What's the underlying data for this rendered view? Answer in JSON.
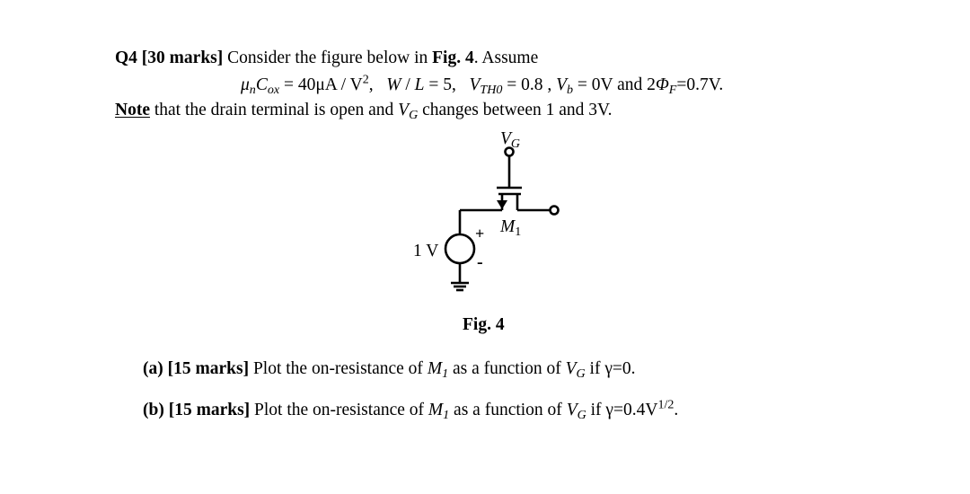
{
  "question": {
    "number": "Q4",
    "marks": "[30 marks]",
    "intro": " Consider the figure below in ",
    "fig_ref": "Fig. 4",
    "assume": ". Assume"
  },
  "params": {
    "mu": "μ",
    "mu_sub": "n",
    "cox": "C",
    "cox_sub": "ox",
    "mu_value": " = 40μA / V",
    "mu_exp": "2",
    "wl_sep": ",   ",
    "w": "W",
    "slash": " / ",
    "l": "L",
    "wl_value": " = 5,   ",
    "vth": "V",
    "vth_sub": "TH0",
    "vth_value": " = 0.8 , ",
    "vb": "V",
    "vb_sub": "b",
    "vb_value": " = 0V and 2",
    "phi": "Φ",
    "phi_sub": "F",
    "phi_value": "=0.7V."
  },
  "note": {
    "label": "Note",
    "text1": " that the drain terminal is open and ",
    "vg": "V",
    "vg_sub": "G",
    "text2": " changes between 1 and 3V."
  },
  "circuit": {
    "vg_label": "V",
    "vg_sub": "G",
    "m1_label": "M",
    "m1_sub": "1",
    "source_label": "1 V",
    "plus": "+",
    "minus": "-"
  },
  "figure_caption": "Fig. 4",
  "part_a": {
    "label": "(a) [15 marks]",
    "text1": " Plot the on-resistance of ",
    "m": "M",
    "m_sub": "1",
    "text2": " as a function of ",
    "vg": "V",
    "vg_sub": "G",
    "text3": " if γ=0."
  },
  "part_b": {
    "label": "(b) [15 marks]",
    "text1": " Plot the on-resistance of ",
    "m": "M",
    "m_sub": "1",
    "text2": " as a function of ",
    "vg": "V",
    "vg_sub": "G",
    "text3": " if γ=0.4V",
    "exp": "1/2",
    "end": "."
  }
}
